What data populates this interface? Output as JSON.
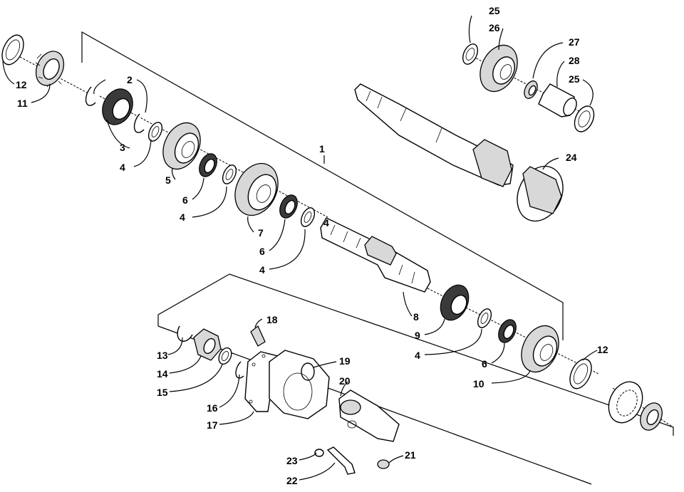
{
  "diagram": {
    "kind": "exploded parts diagram",
    "callouts": [
      "1",
      "2",
      "3",
      "4",
      "4",
      "4",
      "4",
      "4",
      "5",
      "6",
      "6",
      "6",
      "7",
      "8",
      "9",
      "10",
      "11",
      "12",
      "12",
      "13",
      "14",
      "15",
      "16",
      "17",
      "18",
      "19",
      "20",
      "21",
      "22",
      "23",
      "24",
      "25",
      "25",
      "26",
      "27",
      "28"
    ]
  }
}
